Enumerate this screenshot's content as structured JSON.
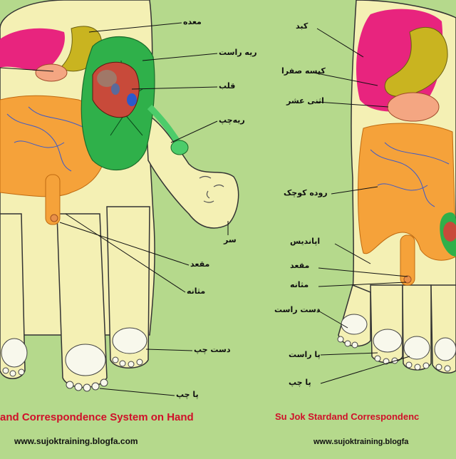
{
  "left_panel": {
    "labels": {
      "stomach": "معده",
      "right_lung": "ریه راست",
      "heart": "قلب",
      "left_lung": "ریه‌چپ",
      "head": "سر",
      "anus": "مقعد",
      "bladder": "مثانه",
      "left_hand": "دست چپ",
      "left_foot": "پا چپ"
    },
    "caption": "and Correspondence System on Hand",
    "url": "www.sujoktraining.blogfa.com"
  },
  "right_panel": {
    "labels": {
      "liver": "کبد",
      "gallbladder": "کیسه صفرا",
      "duodenum": "اثنی عشر",
      "small_intestine": "روده کوچک",
      "appendix": "اپاندیس",
      "anus": "مقعد",
      "bladder": "مثانه",
      "right_hand": "دست راست",
      "right_foot": "پا راست",
      "left_foot": "پا چپ"
    },
    "caption": "Su Jok Stardand Correspondenc",
    "url": "www.sujoktraining.blogfa"
  },
  "colors": {
    "background": "#b5d98c",
    "skin": "#f4f0b4",
    "liver": "#e8247e",
    "gallbladder": "#c9b420",
    "lung": "#2fb04a",
    "intestine": "#f5a23a",
    "caption_red": "#d0102a"
  }
}
